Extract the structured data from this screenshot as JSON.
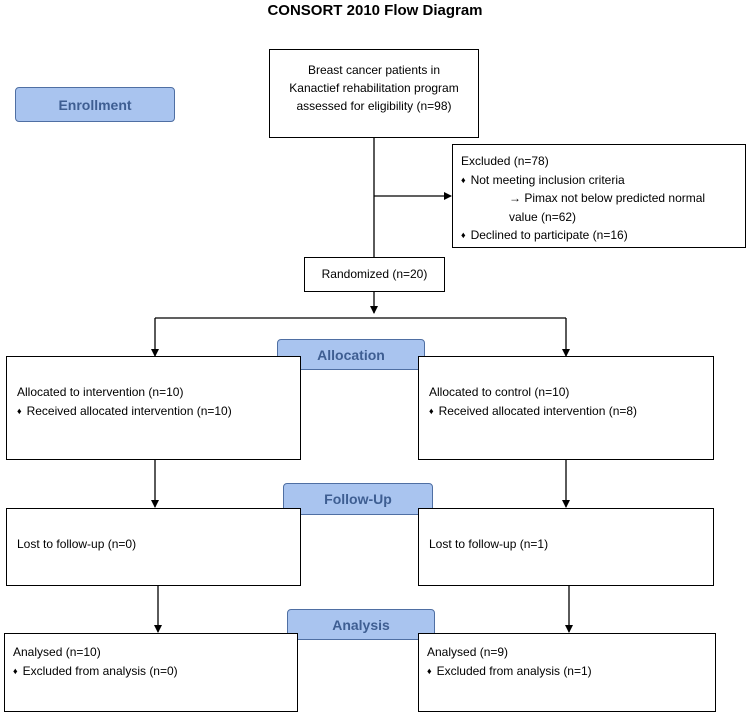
{
  "title": "CONSORT 2010 Flow Diagram",
  "stage_labels": {
    "enrollment": "Enrollment",
    "allocation": "Allocation",
    "follow_up": "Follow-Up",
    "analysis": "Analysis"
  },
  "assessed": {
    "line1": "Breast cancer patients in",
    "line2": "Kanactief rehabilitation program",
    "line3": "assessed for eligibility (n=98)"
  },
  "excluded": {
    "heading": "Excluded  (n=78)",
    "item1": "Not meeting inclusion criteria",
    "item1_sub_line1": "→ Pimax not below predicted normal",
    "item1_sub_line2": "value (n=62)",
    "item2": "Declined to participate (n=16)",
    "bullet": "♦"
  },
  "randomized": "Randomized (n=20)",
  "allocation": {
    "intervention": {
      "line1": "Allocated to intervention (n=10)",
      "line2": "Received allocated intervention (n=10)"
    },
    "control": {
      "line1": "Allocated to control (n=10)",
      "line2": "Received allocated intervention (n=8)"
    }
  },
  "follow_up": {
    "intervention": "Lost to follow-up (n=0)",
    "control": "Lost to follow-up (n=1)"
  },
  "analysis": {
    "intervention": {
      "line1": "Analysed (n=10)",
      "line2": "Excluded from analysis (n=0)"
    },
    "control": {
      "line1": "Analysed (n=9)",
      "line2": "Excluded from analysis (n=1)"
    }
  }
}
